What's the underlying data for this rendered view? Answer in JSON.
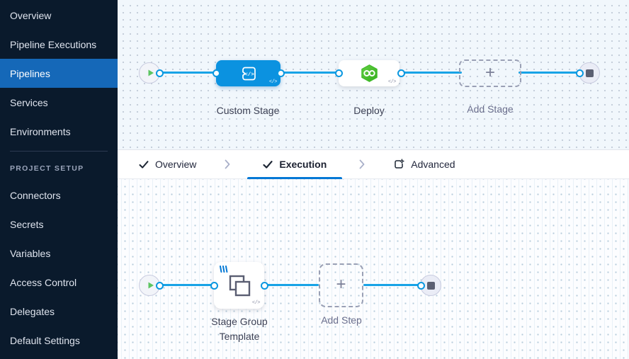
{
  "sidebar": {
    "nav_items": [
      {
        "label": "Overview",
        "selected": false
      },
      {
        "label": "Pipeline Executions",
        "selected": false
      },
      {
        "label": "Pipelines",
        "selected": true
      },
      {
        "label": "Services",
        "selected": false
      },
      {
        "label": "Environments",
        "selected": false
      }
    ],
    "section_title": "PROJECT SETUP",
    "setup_items": [
      {
        "label": "Connectors"
      },
      {
        "label": "Secrets"
      },
      {
        "label": "Variables"
      },
      {
        "label": "Access Control"
      },
      {
        "label": "Delegates"
      },
      {
        "label": "Default Settings"
      }
    ]
  },
  "tabbar": {
    "tabs": [
      {
        "label": "Overview",
        "icon": "check-icon",
        "state": "completed"
      },
      {
        "label": "Execution",
        "icon": "check-icon",
        "state": "active"
      },
      {
        "label": "Advanced",
        "icon": "panel-gear-icon",
        "state": "default"
      }
    ]
  },
  "stage_graph": {
    "nodes": [
      {
        "label": "Custom Stage",
        "type": "custom-stage",
        "badge": "</>"
      },
      {
        "label": "Deploy",
        "type": "deploy-stage",
        "badge": "</>"
      },
      {
        "label": "Add Stage",
        "type": "add-placeholder",
        "glyph": "+"
      }
    ]
  },
  "execution_graph": {
    "nodes": [
      {
        "label": "Stage Group Template",
        "type": "stage-group-template",
        "badge": "</>"
      },
      {
        "label": "Add Step",
        "type": "add-placeholder",
        "glyph": "+"
      }
    ]
  },
  "colors": {
    "accent_blue": "#0092e4",
    "active_tab_underline": "#0278d5",
    "sidebar_bg": "#0a1a2c",
    "sidebar_selected_bg": "#1568b8",
    "node_blue": "#0b92e0",
    "deploy_green": "#42ba2f",
    "play_green": "#5cc561",
    "canvas_top_bg": "#f1f7fc",
    "canvas_bottom_bg": "#fcfdff"
  }
}
